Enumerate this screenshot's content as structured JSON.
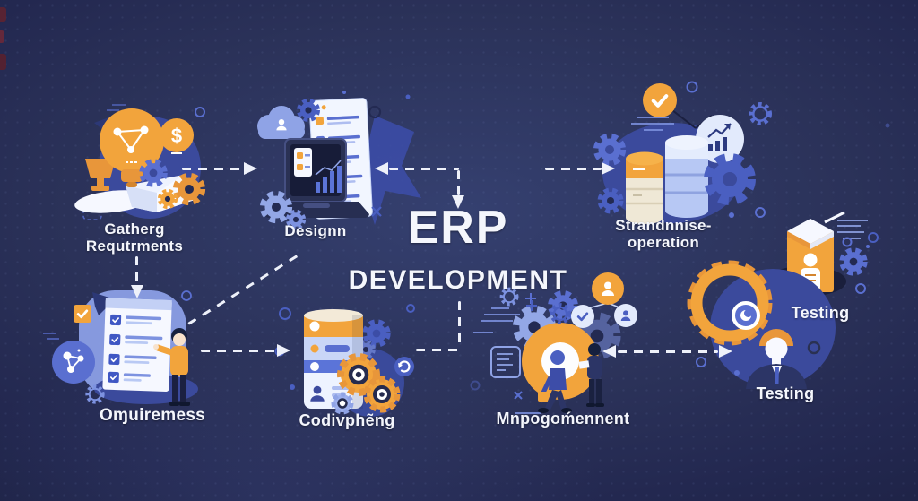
{
  "title": {
    "main": "ERP",
    "sub": "DEVELOPMENT"
  },
  "stages": {
    "gather": {
      "line1": "Gatherg",
      "line2": "Requtrments"
    },
    "design": {
      "label": "Designn"
    },
    "standardize": {
      "line1": "Strandnnise-",
      "line2": "operation"
    },
    "testing_box": {
      "label": "Testing"
    },
    "testing_person": {
      "label": "Testing"
    },
    "requirements": {
      "label": "Oɱuiremess"
    },
    "coding": {
      "label": "Codivphẽng"
    },
    "management": {
      "label": "Mnpogoḿennent"
    }
  },
  "glyphs": {
    "dollar_sign": "$"
  },
  "colors": {
    "background_dark": "#1B2040",
    "background_mid": "#2B3259",
    "accent_orange": "#F2A43C",
    "orange_deep": "#E8963A",
    "primary_blue": "#4A5FC1",
    "indigo_blob": "#3B4A9C",
    "light_blue": "#C9D6F7",
    "pale_blue": "#E2EAFC",
    "cream": "#EFE8D6",
    "text_white": "#F4F6FC"
  }
}
